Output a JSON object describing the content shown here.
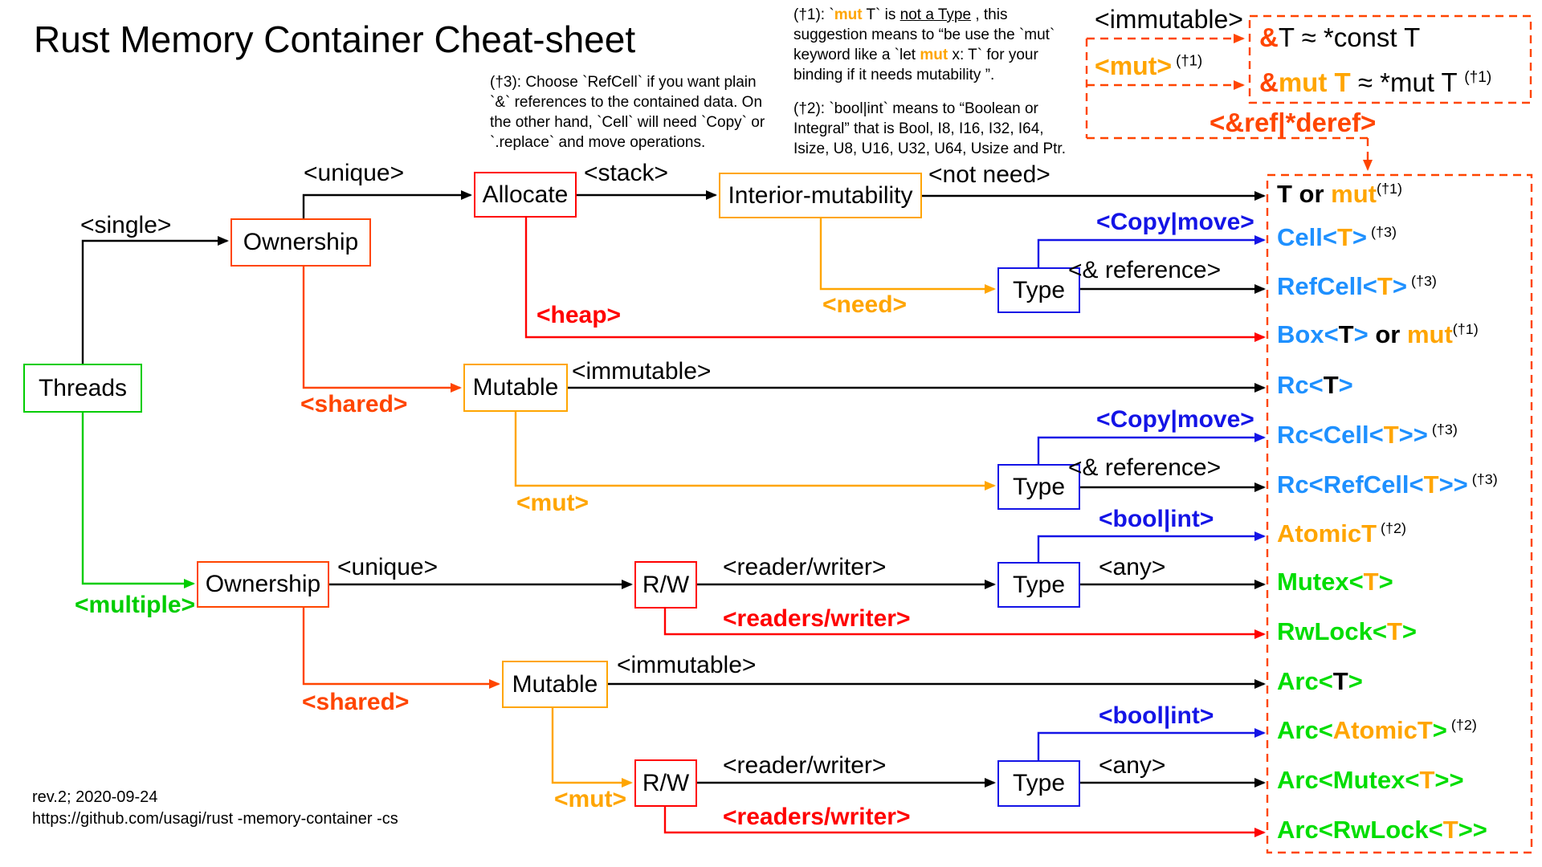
{
  "colors": {
    "black": "#000000",
    "orange": "#FFA500",
    "blue": "#1414E6",
    "typeblue": "#1E90FF",
    "green": "#00CD00",
    "typegreen": "#00DD00",
    "red": "#FF0000",
    "redorange": "#FF4500"
  },
  "title": "Rust Memory Container Cheat-sheet",
  "footer": {
    "rev": "rev.2; 2020-09-24",
    "url": "https://github.com/usagi/rust -memory-container -cs"
  },
  "footnotes": {
    "f1": [
      [
        {
          "t": "(†1): `"
        },
        {
          "t": "mut",
          "c": "orange",
          "b": 1
        },
        {
          "t": " T` is "
        },
        {
          "t": "not a Type",
          "u": 1
        },
        {
          "t": " , this"
        }
      ],
      [
        {
          "t": "suggestion means to “be use the `mut`"
        }
      ],
      [
        {
          "t": "keyword like a `let "
        },
        {
          "t": "mut",
          "c": "orange",
          "b": 1
        },
        {
          "t": " x: T` for your"
        }
      ],
      [
        {
          "t": "binding if it needs mutability ”."
        }
      ]
    ],
    "f2": [
      [
        {
          "t": "(†2): `bool|int` means to “Boolean or"
        }
      ],
      [
        {
          "t": "Integral” that is Bool, I8, I16, I32, I64,"
        }
      ],
      [
        {
          "t": "Isize, U8, U16, U32, U64,  Usize and Ptr."
        }
      ]
    ],
    "f3": [
      [
        {
          "t": "(†3): Choose `RefCell` if you want plain"
        }
      ],
      [
        {
          "t": "`&` references to the contained data. On"
        }
      ],
      [
        {
          "t": "the other hand, `Cell` will need `Copy` or"
        }
      ],
      [
        {
          "t": "`.replace` and move operations."
        }
      ]
    ]
  },
  "top_right": {
    "immutable_label": "<immutable>",
    "mut_label": [
      {
        "t": "<mut>",
        "c": "orange",
        "b": 1
      },
      {
        "t": " (†1)",
        "s": 1,
        "c": "black"
      }
    ],
    "eq1": [
      {
        "t": "&",
        "c": "redorange",
        "b": 1
      },
      {
        "t": "T ≈ *const T",
        "c": "black"
      }
    ],
    "eq2": [
      {
        "t": "&",
        "c": "redorange",
        "b": 1
      },
      {
        "t": "mut T",
        "c": "orange",
        "b": 1
      },
      {
        "t": " ≈ *mut T ",
        "c": "black"
      },
      {
        "t": "(†1)",
        "s": 1,
        "c": "black"
      }
    ],
    "ref_deref": "<&ref|*deref>"
  },
  "nodes": {
    "threads": "Threads",
    "ownership1": "Ownership",
    "allocate": "Allocate",
    "interior": "Interior-mutability",
    "type1": "Type",
    "mutable1": "Mutable",
    "type2": "Type",
    "ownership2": "Ownership",
    "rw1": "R/W",
    "type3": "Type",
    "mutable2": "Mutable",
    "rw2": "R/W",
    "type4": "Type"
  },
  "edges": {
    "single": "<single>",
    "unique1": "<unique>",
    "stack": "<stack>",
    "not_need": "<not need>",
    "copy_move1": "<Copy|move>",
    "reference1": "<& reference>",
    "need": "<need>",
    "heap": "<heap>",
    "shared1": "<shared>",
    "immutable1": "<immutable>",
    "mut1": "<mut>",
    "copy_move2": "<Copy|move>",
    "reference2": "<& reference>",
    "multiple": "<multiple>",
    "unique2": "<unique>",
    "reader_writer1": "<reader/writer>",
    "bool_int1": "<bool|int>",
    "any1": "<any>",
    "readers_writer1": "<readers/writer>",
    "shared2": "<shared>",
    "immutable2": "<immutable>",
    "mut2": "<mut>",
    "reader_writer2": "<reader/writer>",
    "bool_int2": "<bool|int>",
    "any2": "<any>",
    "readers_writer2": "<readers/writer>"
  },
  "results": [
    {
      "segs": [
        {
          "t": "T or ",
          "c": "black"
        },
        {
          "t": "mut",
          "c": "orange"
        },
        {
          "t": "(†1)",
          "s": 1,
          "c": "black"
        }
      ]
    },
    {
      "segs": [
        {
          "t": "Cell<",
          "c": "typeblue"
        },
        {
          "t": "T",
          "c": "orange"
        },
        {
          "t": ">",
          "c": "typeblue"
        },
        {
          "t": " (†3)",
          "s": 1,
          "c": "black"
        }
      ]
    },
    {
      "segs": [
        {
          "t": "RefCell<",
          "c": "typeblue"
        },
        {
          "t": "T",
          "c": "orange"
        },
        {
          "t": ">",
          "c": "typeblue"
        },
        {
          "t": " (†3)",
          "s": 1,
          "c": "black"
        }
      ]
    },
    {
      "segs": [
        {
          "t": "Box<",
          "c": "typeblue"
        },
        {
          "t": "T",
          "c": "black"
        },
        {
          "t": ">",
          "c": "typeblue"
        },
        {
          "t": " or ",
          "c": "black"
        },
        {
          "t": "mut",
          "c": "orange"
        },
        {
          "t": "(†1)",
          "s": 1,
          "c": "black"
        }
      ]
    },
    {
      "segs": [
        {
          "t": "Rc<",
          "c": "typeblue"
        },
        {
          "t": "T",
          "c": "black"
        },
        {
          "t": ">",
          "c": "typeblue"
        }
      ]
    },
    {
      "segs": [
        {
          "t": "Rc<Cell<",
          "c": "typeblue"
        },
        {
          "t": "T",
          "c": "orange"
        },
        {
          "t": ">>",
          "c": "typeblue"
        },
        {
          "t": " (†3)",
          "s": 1,
          "c": "black"
        }
      ]
    },
    {
      "segs": [
        {
          "t": "Rc<RefCell<",
          "c": "typeblue"
        },
        {
          "t": "T",
          "c": "orange"
        },
        {
          "t": ">>",
          "c": "typeblue"
        },
        {
          "t": " (†3)",
          "s": 1,
          "c": "black"
        }
      ]
    },
    {
      "segs": [
        {
          "t": "AtomicT",
          "c": "orange"
        },
        {
          "t": " (†2)",
          "s": 1,
          "c": "black"
        }
      ]
    },
    {
      "segs": [
        {
          "t": "Mutex<",
          "c": "typegreen"
        },
        {
          "t": "T",
          "c": "orange"
        },
        {
          "t": ">",
          "c": "typegreen"
        }
      ]
    },
    {
      "segs": [
        {
          "t": "RwLock<",
          "c": "typegreen"
        },
        {
          "t": "T",
          "c": "orange"
        },
        {
          "t": ">",
          "c": "typegreen"
        }
      ]
    },
    {
      "segs": [
        {
          "t": "Arc<",
          "c": "typegreen"
        },
        {
          "t": "T",
          "c": "black"
        },
        {
          "t": ">",
          "c": "typegreen"
        }
      ]
    },
    {
      "segs": [
        {
          "t": "Arc<",
          "c": "typegreen"
        },
        {
          "t": "AtomicT",
          "c": "orange"
        },
        {
          "t": ">",
          "c": "typegreen"
        },
        {
          "t": " (†2)",
          "s": 1,
          "c": "black"
        }
      ]
    },
    {
      "segs": [
        {
          "t": "Arc<Mutex<",
          "c": "typegreen"
        },
        {
          "t": "T",
          "c": "orange"
        },
        {
          "t": ">>",
          "c": "typegreen"
        }
      ]
    },
    {
      "segs": [
        {
          "t": "Arc<RwLock<",
          "c": "typegreen"
        },
        {
          "t": "T",
          "c": "orange"
        },
        {
          "t": ">>",
          "c": "typegreen"
        }
      ]
    }
  ]
}
